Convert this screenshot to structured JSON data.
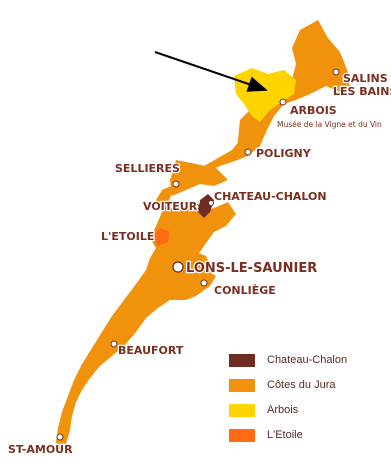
{
  "colors": {
    "chateau_chalon": "#6e2c22",
    "cotes_du_jura": "#f0920c",
    "arbois": "#ffd400",
    "etoile": "#ff6a12",
    "label": "#7a2f20",
    "arrow": "#000000"
  },
  "towns": {
    "salins_line1": "SALINS",
    "salins_line2": "LES BAINS",
    "arbois": "ARBOIS",
    "arbois_museum": "Musée de la Vigne et du Vin",
    "sellieres": "SELLIERES",
    "poligny": "POLIGNY",
    "voiteur": "VOITEUR",
    "chateau_chalon": "CHATEAU-CHALON",
    "letoile": "L'ETOILE",
    "lons": "LONS-LE-SAUNIER",
    "conliege": "CONLIÈGE",
    "beaufort": "BEAUFORT",
    "st_amour": "ST-AMOUR"
  },
  "legend": [
    {
      "label": "Chateau-Chalon",
      "color": "#6e2c22"
    },
    {
      "label": "Côtes du Jura",
      "color": "#f0920c"
    },
    {
      "label": "Arbois",
      "color": "#ffd400"
    },
    {
      "label": "L'Etoile",
      "color": "#ff6a12"
    }
  ]
}
